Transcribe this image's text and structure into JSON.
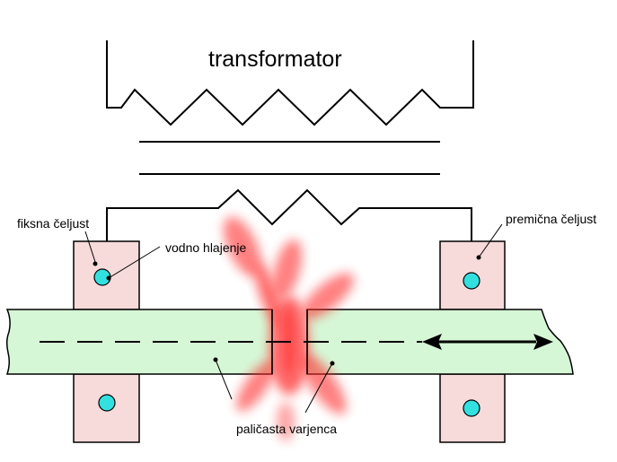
{
  "diagram": {
    "title": "transformator",
    "labels": {
      "fixed_jaw": "fiksna čeljust",
      "water_cooling": "vodno hlajenje",
      "movable_jaw": "premična čeljust",
      "workpieces": "paličasta varjenca"
    },
    "colors": {
      "jaw_fill": "#f7dada",
      "bar_fill": "#d6f7d6",
      "cooling_hole": "#33e0e0",
      "spark": "#ff2a2a",
      "line": "#000000"
    }
  }
}
